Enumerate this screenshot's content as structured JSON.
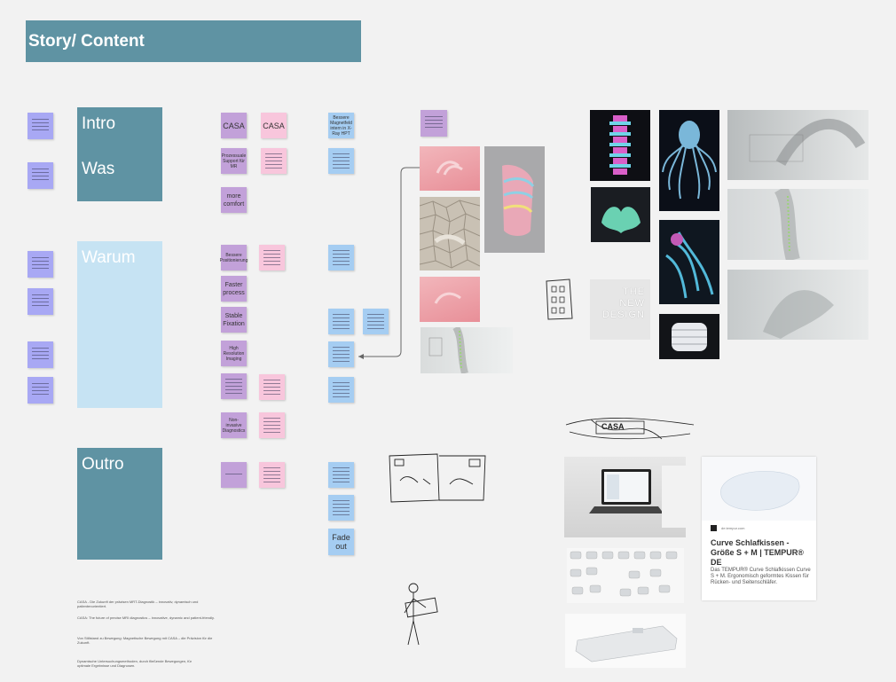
{
  "header": {
    "title": "Story/ Content"
  },
  "sections": {
    "intro": "Intro",
    "was": "Was",
    "warum": "Warum",
    "outro": "Outro"
  },
  "stickies": {
    "casa_1": "CASA",
    "casa_2": "CASA",
    "besseres_magnetfeld": "Bessere Magnetfeld intern in X-Ray HPT",
    "prozessual_support": "Prozessuale Support für MR",
    "more_comfort": "more comfort",
    "bessere_positionierung": "Bessere Positionierung",
    "faster_process": "Faster process",
    "stable_fixation": "Stable Fixation",
    "high_resolution": "High Resolution Imaging",
    "non_invasive": "Non-invasive Diagnostics",
    "fade_out": "Fade out"
  },
  "sketch_labels": {
    "casa_scribble": "CASA"
  },
  "image_text": {
    "new_design": "THE NEW DESIGN"
  },
  "notes": [
    "CASA - Die Zukunft der präzisen MRT-Diagnostik – innovativ, dynamisch und patientenorientiert.",
    "CASA: The future of precise MRI diagnostics – innovative, dynamic and patient-friendly.",
    "Von Stillstand zu Bewegung: Magnetische Bewegung mit CASA – die Präzision für die Zukunft.",
    "Dynamische Untersuchungsmethoden, durch fließende Bewegungen, für optimale Ergebnisse und Diagnosen."
  ],
  "product_card": {
    "source": "de.tempur.com",
    "title": "Curve Schlafkissen - Größe S + M | TEMPUR® DE",
    "description": "Das TEMPUR® Curve Schlafkissen Curve S + M. Ergonomisch geformtes Kissen für Rücken- und Seitenschläfer."
  },
  "colors": {
    "section_dark": "#5f93a3",
    "section_light": "#c6e3f3",
    "sticky_purple": "#a8a8f4",
    "sticky_lilac": "#c2a1d9",
    "sticky_pink": "#f8c6dc",
    "sticky_blue": "#a5cdf2"
  }
}
